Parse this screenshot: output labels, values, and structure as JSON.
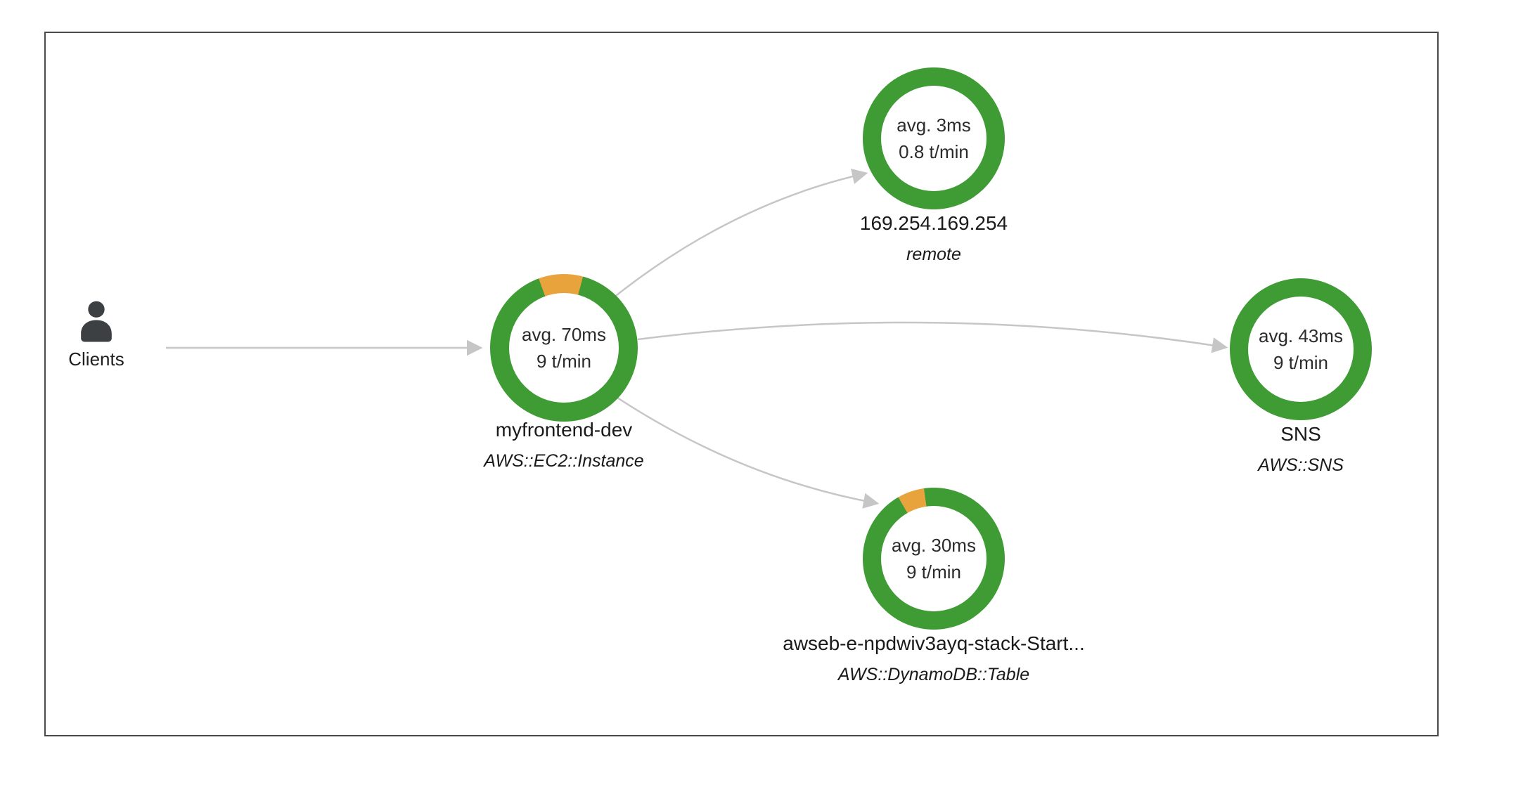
{
  "colors": {
    "ok_green": "#3f9c35",
    "warn_orange": "#e8a33d",
    "edge_gray": "#c6c6c6",
    "frame_border": "#4a4a4a"
  },
  "clients": {
    "label": "Clients"
  },
  "nodes": [
    {
      "id": "myfrontend-dev",
      "metric_latency": "avg. 70ms",
      "metric_rate": "9 t/min",
      "name": "myfrontend-dev",
      "type": "AWS::EC2::Instance",
      "ring": {
        "start_deg": -20,
        "segments": [
          {
            "color": "#e8a33d",
            "deg": 35
          },
          {
            "color": "#3f9c35",
            "deg": 325
          }
        ]
      }
    },
    {
      "id": "169.254.169.254",
      "metric_latency": "avg. 3ms",
      "metric_rate": "0.8 t/min",
      "name": "169.254.169.254",
      "type": "remote",
      "ring": {
        "start_deg": 0,
        "segments": [
          {
            "color": "#3f9c35",
            "deg": 360
          }
        ]
      }
    },
    {
      "id": "SNS",
      "metric_latency": "avg. 43ms",
      "metric_rate": "9 t/min",
      "name": "SNS",
      "type": "AWS::SNS",
      "ring": {
        "start_deg": 0,
        "segments": [
          {
            "color": "#3f9c35",
            "deg": 360
          }
        ]
      }
    },
    {
      "id": "awseb-dynamodb-table",
      "metric_latency": "avg. 30ms",
      "metric_rate": "9 t/min",
      "name": "awseb-e-npdwiv3ayq-stack-Start...",
      "type": "AWS::DynamoDB::Table",
      "ring": {
        "start_deg": -30,
        "segments": [
          {
            "color": "#e8a33d",
            "deg": 22
          },
          {
            "color": "#3f9c35",
            "deg": 338
          }
        ]
      }
    }
  ],
  "edges": [
    {
      "from": "Clients",
      "to": "myfrontend-dev"
    },
    {
      "from": "myfrontend-dev",
      "to": "169.254.169.254"
    },
    {
      "from": "myfrontend-dev",
      "to": "SNS"
    },
    {
      "from": "myfrontend-dev",
      "to": "awseb-e-npdwiv3ayq-stack-Start..."
    }
  ]
}
